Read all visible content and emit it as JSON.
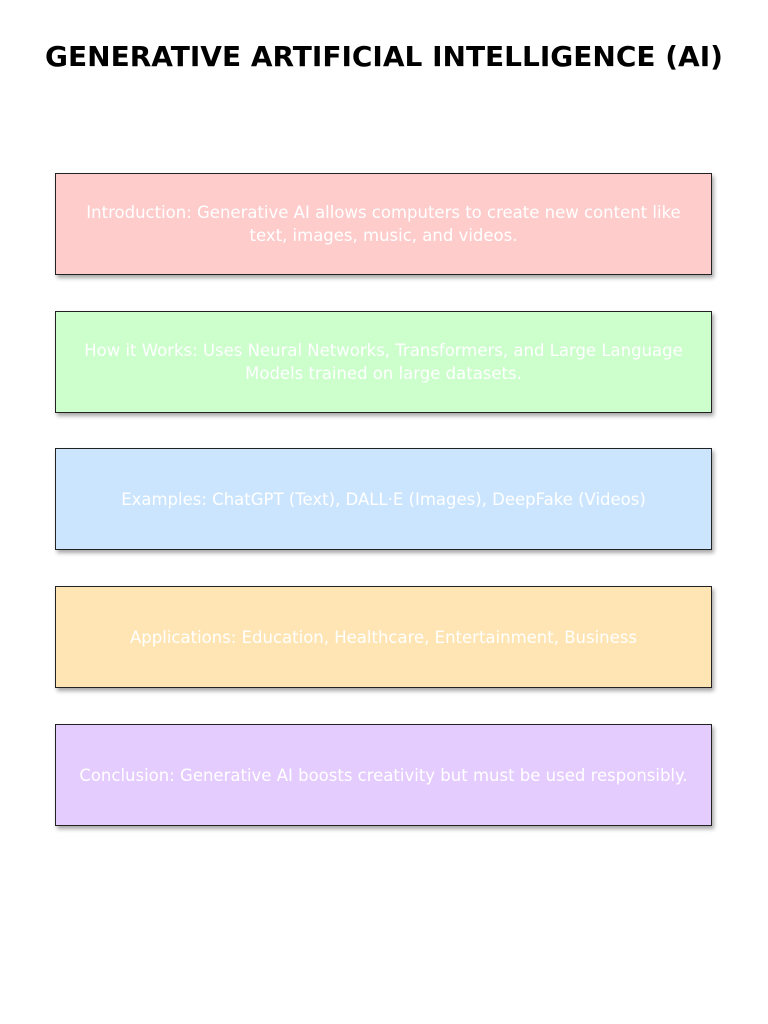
{
  "document": {
    "title": "GENERATIVE ARTIFICIAL INTELLIGENCE (AI)",
    "sections": [
      {
        "text": "Introduction: Generative AI allows computers to create new content like text, images, music, and videos.",
        "background": "#ffcccc"
      },
      {
        "text": "How it Works: Uses Neural Networks, Transformers, and Large Language Models trained on large datasets.",
        "background": "#ccffcc"
      },
      {
        "text": "Examples: ChatGPT (Text), DALL·E (Images), DeepFake (Videos)",
        "background": "#cce5ff"
      },
      {
        "text": "Applications: Education, Healthcare, Entertainment, Business",
        "background": "#ffe5b4"
      },
      {
        "text": "Conclusion: Generative AI boosts creativity but must be used responsibly.",
        "background": "#e5ccff"
      }
    ]
  }
}
